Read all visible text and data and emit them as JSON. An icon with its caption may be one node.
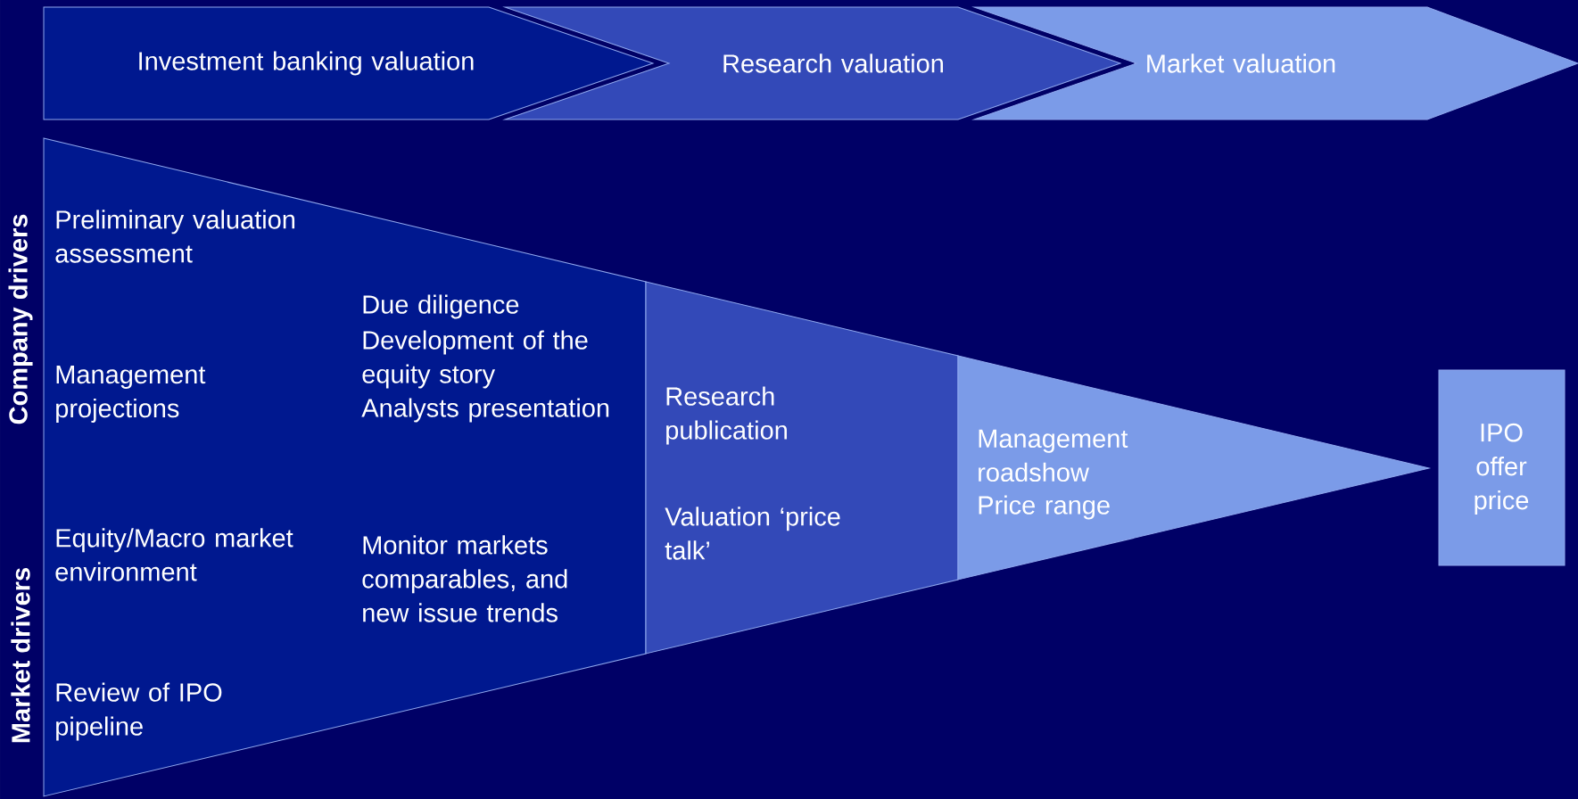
{
  "diagram": {
    "nodes": [
      {
        "text": [
          "Investment banking valuation"
        ]
      },
      {
        "text": [
          "Research valuation"
        ]
      },
      {
        "text": [
          "Market valuation"
        ]
      },
      {
        "text": [
          "Preliminary valuation assessment",
          "Management projections",
          "Equity/Macro market environment",
          "Review of IPO pipeline",
          "Due diligence",
          "Development of the equity story",
          "Analysts presentation",
          "Monitor markets comparables, and new issue trends"
        ]
      },
      {
        "text": [
          "Research publication",
          "Valuation ‘price talk’"
        ]
      },
      {
        "text": [
          "Management roadshow",
          "Price range"
        ]
      },
      {
        "text": [
          "IPO offer price"
        ]
      }
    ],
    "labels": [
      "Company drivers",
      "Market drivers"
    ]
  }
}
